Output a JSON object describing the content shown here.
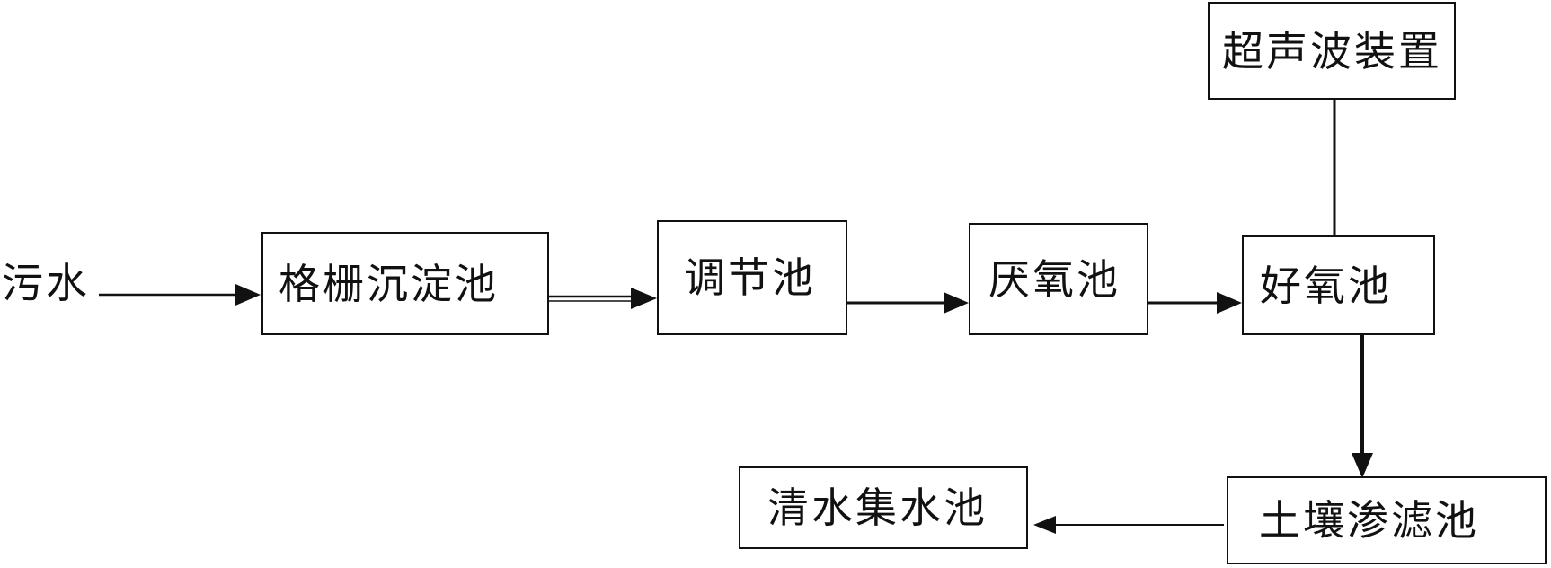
{
  "flow": {
    "source": "污水",
    "grid_settling_tank": "格栅沉淀池",
    "adjustment_tank": "调节池",
    "anaerobic_tank": "厌氧池",
    "aerobic_tank": "好氧池",
    "ultrasonic_device": "超声波装置",
    "soil_infiltration_tank": "土壤渗滤池",
    "clear_water_tank": "清水集水池"
  },
  "colors": {
    "stroke": "#111111",
    "background": "#ffffff"
  }
}
